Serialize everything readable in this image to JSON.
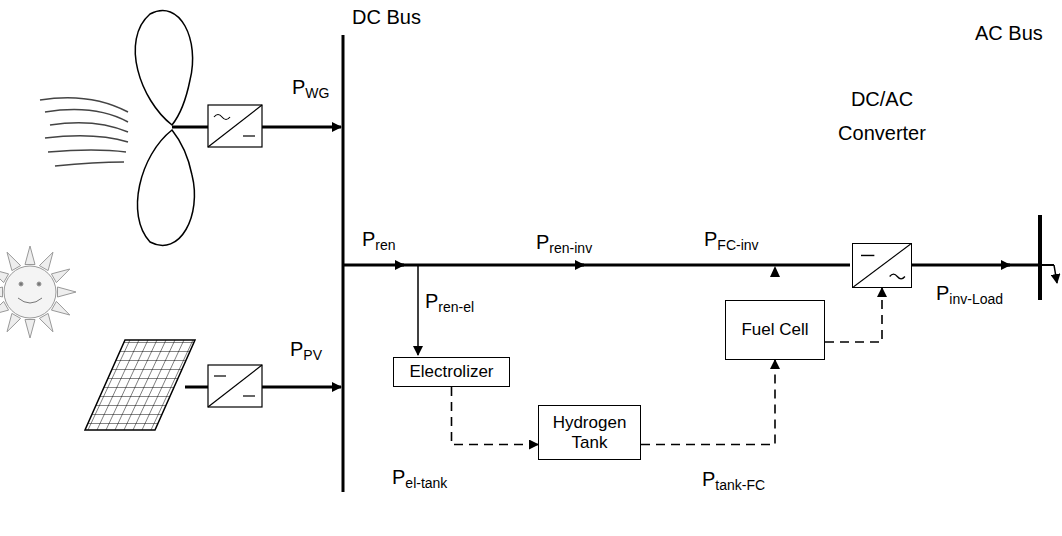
{
  "diagram": {
    "nodes": [
      {
        "text": [
          "Electrolizer"
        ]
      },
      {
        "text": [
          "Hydrogen Tank"
        ]
      },
      {
        "text": [
          "Fuel Cell"
        ]
      },
      {
        "text": [
          "DC/AC Converter"
        ]
      }
    ],
    "edges": [
      {
        "from": 0,
        "to": 1,
        "label": "Pel-tank",
        "arrow": "to"
      },
      {
        "from": 1,
        "to": 2,
        "label": "Ptank-FC",
        "arrow": "to"
      },
      {
        "from": 2,
        "to": 3,
        "label": "PFC-inv",
        "arrow": "to"
      }
    ],
    "labels": [
      "DC Bus",
      "AC Bus",
      "PWG",
      "PPV",
      "Pren",
      "Pren-inv",
      "Pren-el",
      "Pinv-Load"
    ]
  }
}
